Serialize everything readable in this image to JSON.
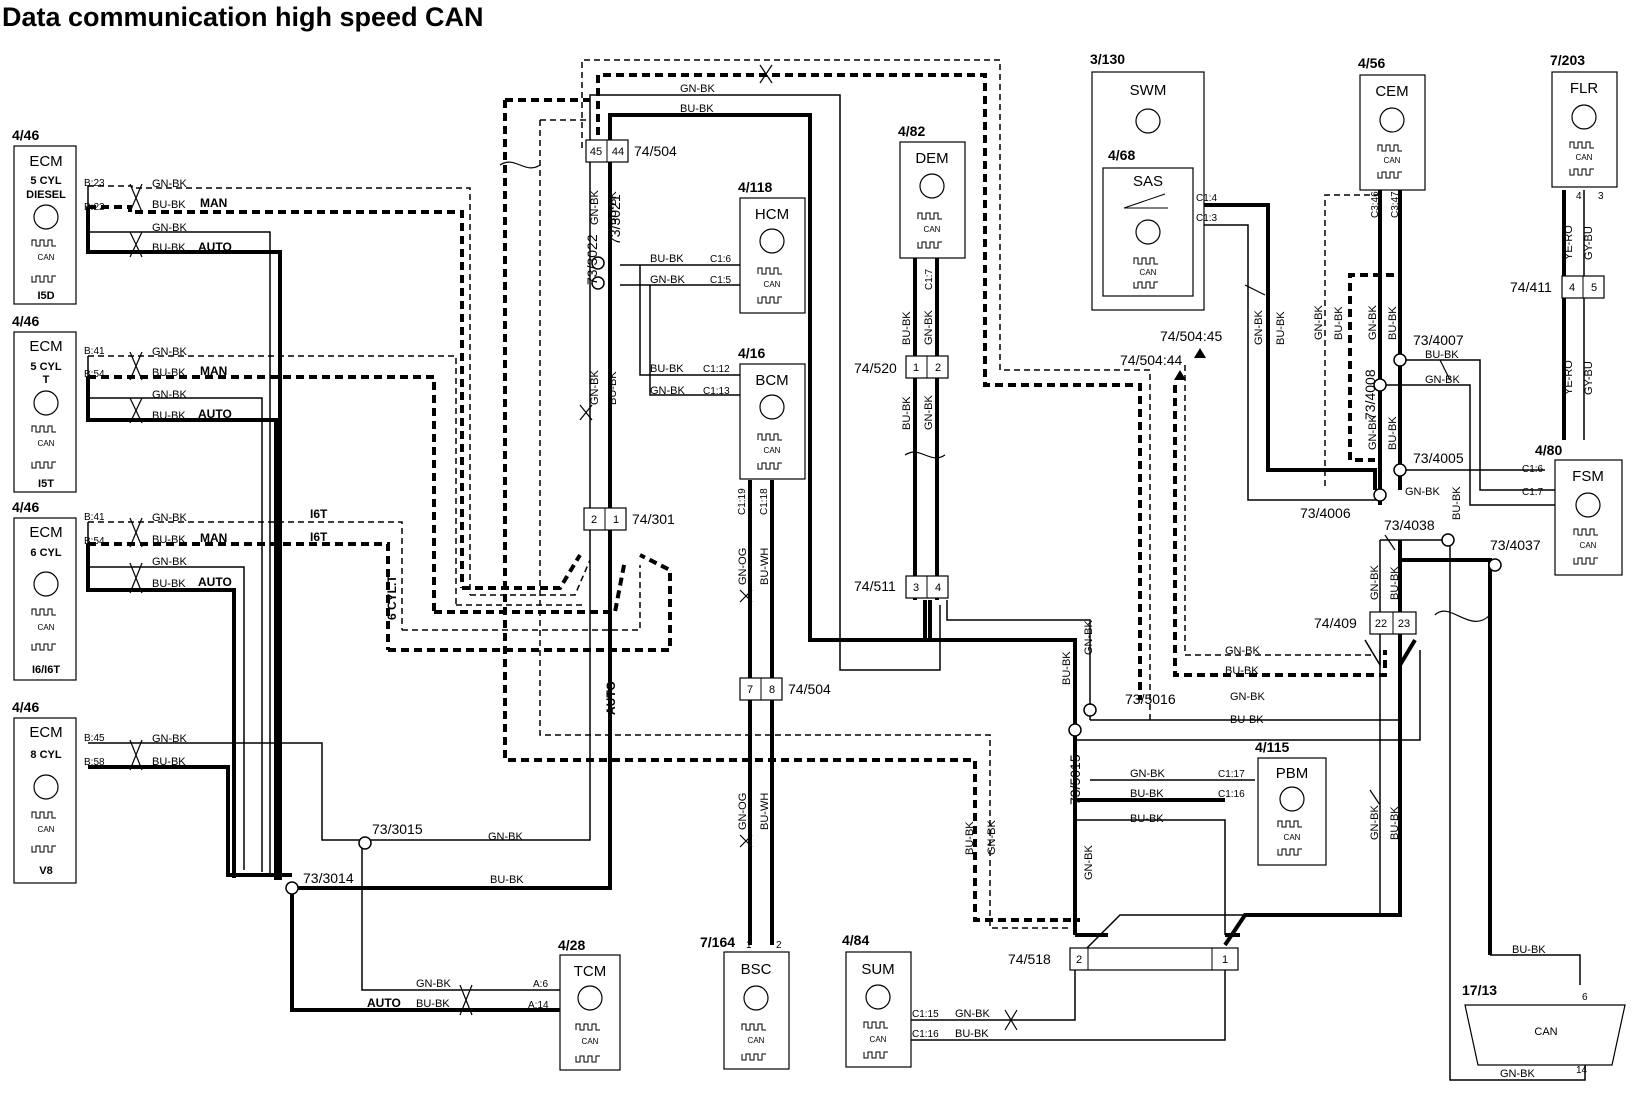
{
  "title": "Data communication high speed CAN",
  "modules": {
    "ecm_diesel": {
      "ref": "4/46",
      "name": "ECM",
      "sub1": "5 CYL",
      "sub2": "DIESEL",
      "variant": "I5D",
      "can": "CAN"
    },
    "ecm_5t": {
      "ref": "4/46",
      "name": "ECM",
      "sub1": "5 CYL",
      "sub2": "T",
      "variant": "I5T",
      "can": "CAN"
    },
    "ecm_6": {
      "ref": "4/46",
      "name": "ECM",
      "sub1": "6 CYL",
      "sub2": "",
      "variant": "I6/I6T",
      "can": "CAN"
    },
    "ecm_8": {
      "ref": "4/46",
      "name": "ECM",
      "sub1": "8 CYL",
      "sub2": "",
      "variant": "V8",
      "can": "CAN"
    },
    "tcm": {
      "ref": "4/28",
      "name": "TCM",
      "can": "CAN"
    },
    "hcm": {
      "ref": "4/118",
      "name": "HCM",
      "can": "CAN"
    },
    "bcm": {
      "ref": "4/16",
      "name": "BCM",
      "can": "CAN"
    },
    "bsc": {
      "ref": "7/164",
      "name": "BSC",
      "can": "CAN"
    },
    "sum": {
      "ref": "4/84",
      "name": "SUM",
      "can": "CAN"
    },
    "dem": {
      "ref": "4/82",
      "name": "DEM",
      "can": "CAN"
    },
    "swm": {
      "ref": "3/130",
      "name": "SWM"
    },
    "sas": {
      "ref": "4/68",
      "name": "SAS",
      "can": "CAN"
    },
    "cem": {
      "ref": "4/56",
      "name": "CEM",
      "can": "CAN"
    },
    "flr": {
      "ref": "7/203",
      "name": "FLR",
      "can": "CAN"
    },
    "fsm": {
      "ref": "4/80",
      "name": "FSM",
      "can": "CAN"
    },
    "pbm": {
      "ref": "4/115",
      "name": "PBM",
      "can": "CAN"
    },
    "dlc": {
      "ref": "17/13",
      "can": "CAN",
      "pin_top": "6",
      "pin_bottom": "14"
    }
  },
  "connectors": {
    "c74_504_top": {
      "ref": "74/504",
      "pins": [
        "45",
        "44"
      ]
    },
    "c74_504_mid": {
      "ref": "74/504",
      "pins": [
        "7",
        "8"
      ]
    },
    "c74_301": {
      "ref": "74/301",
      "pins": [
        "2",
        "1"
      ]
    },
    "c74_520": {
      "ref": "74/520",
      "pins": [
        "1",
        "2"
      ]
    },
    "c74_511": {
      "ref": "74/511",
      "pins": [
        "3",
        "4"
      ]
    },
    "c74_411": {
      "ref": "74/411",
      "pins": [
        "4",
        "5"
      ]
    },
    "c74_409": {
      "ref": "74/409",
      "pins": [
        "22",
        "23"
      ]
    },
    "c74_518": {
      "ref": "74/518",
      "pins": [
        "2",
        "1"
      ]
    }
  },
  "splices": [
    "73/3022",
    "73/3021",
    "73/3015",
    "73/3014",
    "73/5016",
    "73/5015",
    "73/4007",
    "73/4008",
    "73/4005",
    "73/4006",
    "73/4038",
    "73/4037"
  ],
  "refs": [
    "74/504:45",
    "74/504:44"
  ],
  "labels": {
    "gnbk": "GN-BK",
    "bubk": "BU-BK",
    "gnog": "GN-OG",
    "buwh": "BU-WH",
    "yero": "YE-RO",
    "gybu": "GY-BU",
    "man": "MAN",
    "auto": "AUTO",
    "i6t": "I6T",
    "cyl6t": "6 CYL.T"
  },
  "pins": {
    "b23": "B:23",
    "b22": "B:22",
    "b41": "B:41",
    "b54": "B:54",
    "b45": "B:45",
    "b58": "B:58",
    "a6": "A:6",
    "a14": "A:14",
    "c16": "C1:6",
    "c15": "C1:5",
    "c112": "C1:12",
    "c113": "C1:13",
    "c119": "C1:19",
    "c118": "C1:18",
    "c17": "C1:7",
    "c14": "C1:4",
    "c13": "C1:3",
    "c346": "C3:46",
    "c347": "C3:47",
    "c117": "C1:17",
    "c116": "C1:16",
    "c115": "C1:15",
    "p4": "4",
    "p3": "3",
    "p1": "1",
    "p2": "2"
  }
}
